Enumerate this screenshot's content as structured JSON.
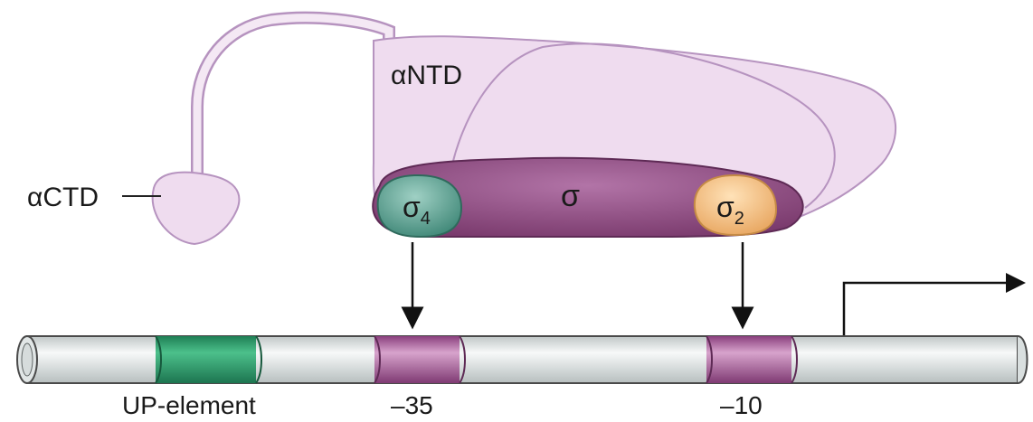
{
  "labels": {
    "alpha_ntd": "αNTD",
    "alpha_ctd": "αCTD",
    "sigma": "σ",
    "sigma4_base": "σ",
    "sigma4_sub": "4",
    "sigma2_base": "σ",
    "sigma2_sub": "2",
    "up_element": "UP-element",
    "minus35": "–35",
    "minus10": "–10"
  },
  "colors": {
    "background": "#ffffff",
    "rnap_body": "#efdcef",
    "rnap_outline": "#b693bf",
    "sigma_factor": "#8c4a7d",
    "sigma4_domain": "#4f9a8a",
    "sigma2_domain": "#f4c48a",
    "dna_body": "#e9ecec",
    "dna_outline": "#4a4a4a",
    "up_element_region": "#2e9a6a",
    "promoter_box": "#a9619a",
    "arrow": "#111111"
  },
  "icons": {
    "transcription_start": "bent-arrow-icon",
    "binding_arrow": "down-arrow-icon"
  }
}
